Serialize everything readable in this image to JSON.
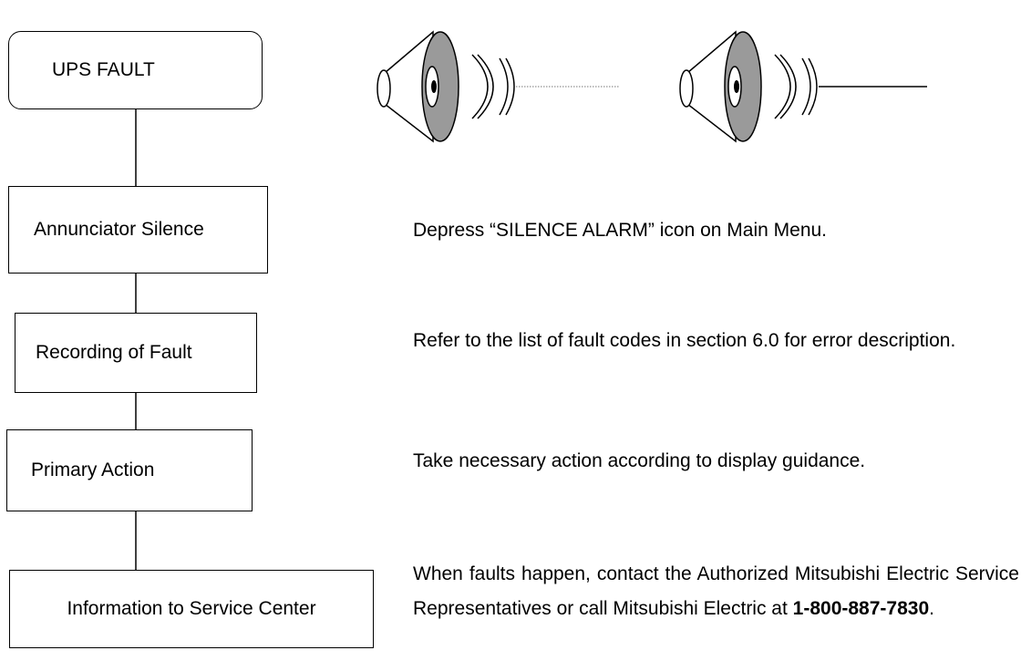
{
  "flow": {
    "steps": [
      {
        "label": "UPS FAULT"
      },
      {
        "label": "Annunciator Silence"
      },
      {
        "label": "Recording of Fault"
      },
      {
        "label": "Primary Action"
      },
      {
        "label": "Information to Service Center"
      }
    ]
  },
  "descriptions": {
    "silence": "Depress “SILENCE ALARM” icon on Main Menu.",
    "recording": "Refer to the list of fault codes in section 6.0 for error description.",
    "primary": "Take necessary action according to display guidance.",
    "service_prefix": "When faults happen, contact the Authorized Mitsubishi Electric Service Representatives or call Mitsubishi Electric at ",
    "service_phone": "1-800-887-7830",
    "service_suffix": "."
  },
  "icons": [
    "alarm-speaker-icon",
    "alarm-speaker-icon"
  ],
  "colors": {
    "speaker_cone": "#ffffff",
    "speaker_disc": "#9a9a9a",
    "line": "#000000"
  }
}
